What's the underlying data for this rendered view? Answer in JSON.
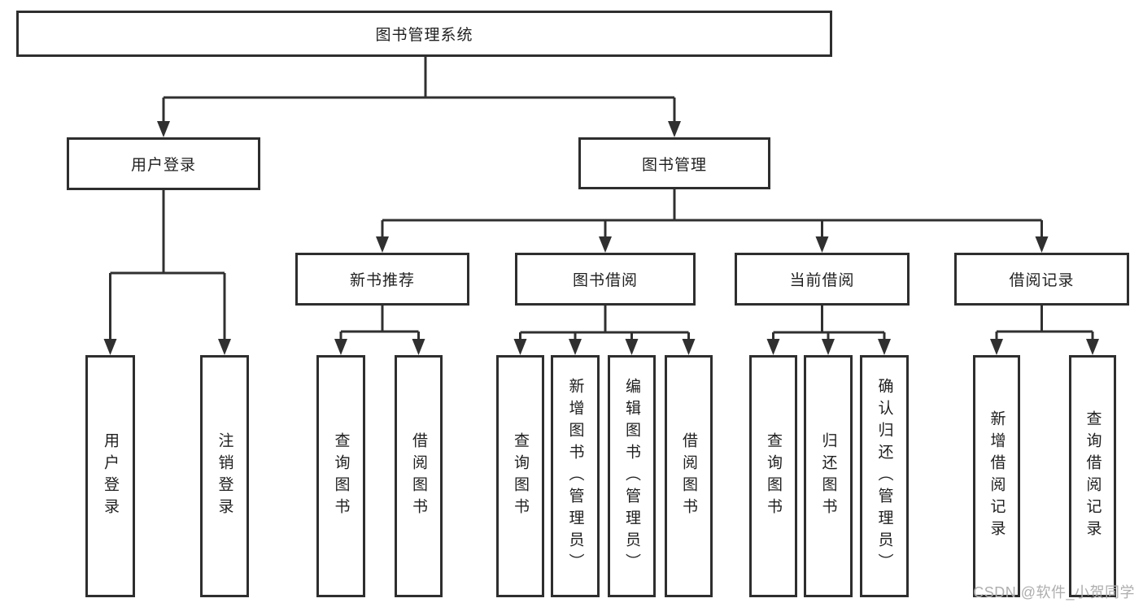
{
  "tree": {
    "root": {
      "label": "图书管理系统"
    },
    "branches": [
      {
        "label": "用户登录",
        "children": [
          {
            "label": "用户登录"
          },
          {
            "label": "注销登录"
          }
        ]
      },
      {
        "label": "图书管理",
        "children": [
          {
            "label": "新书推荐",
            "children": [
              {
                "label": "查询图书"
              },
              {
                "label": "借阅图书"
              }
            ]
          },
          {
            "label": "图书借阅",
            "children": [
              {
                "label": "查询图书"
              },
              {
                "label": "新增图书（管理员）"
              },
              {
                "label": "编辑图书（管理员）"
              },
              {
                "label": "借阅图书"
              }
            ]
          },
          {
            "label": "当前借阅",
            "children": [
              {
                "label": "查询图书"
              },
              {
                "label": "归还图书"
              },
              {
                "label": "确认归还（管理员）"
              }
            ]
          },
          {
            "label": "借阅记录",
            "children": [
              {
                "label": "新增借阅记录"
              },
              {
                "label": "查询借阅记录"
              }
            ]
          }
        ]
      }
    ]
  },
  "watermark": {
    "text": "CSDN @软件_小贺同学"
  },
  "colors": {
    "line": "#303030",
    "box_border": "#2e2e2e",
    "text": "#1f1f1f",
    "background": "#ffffff",
    "watermark": "#aeaeae"
  }
}
